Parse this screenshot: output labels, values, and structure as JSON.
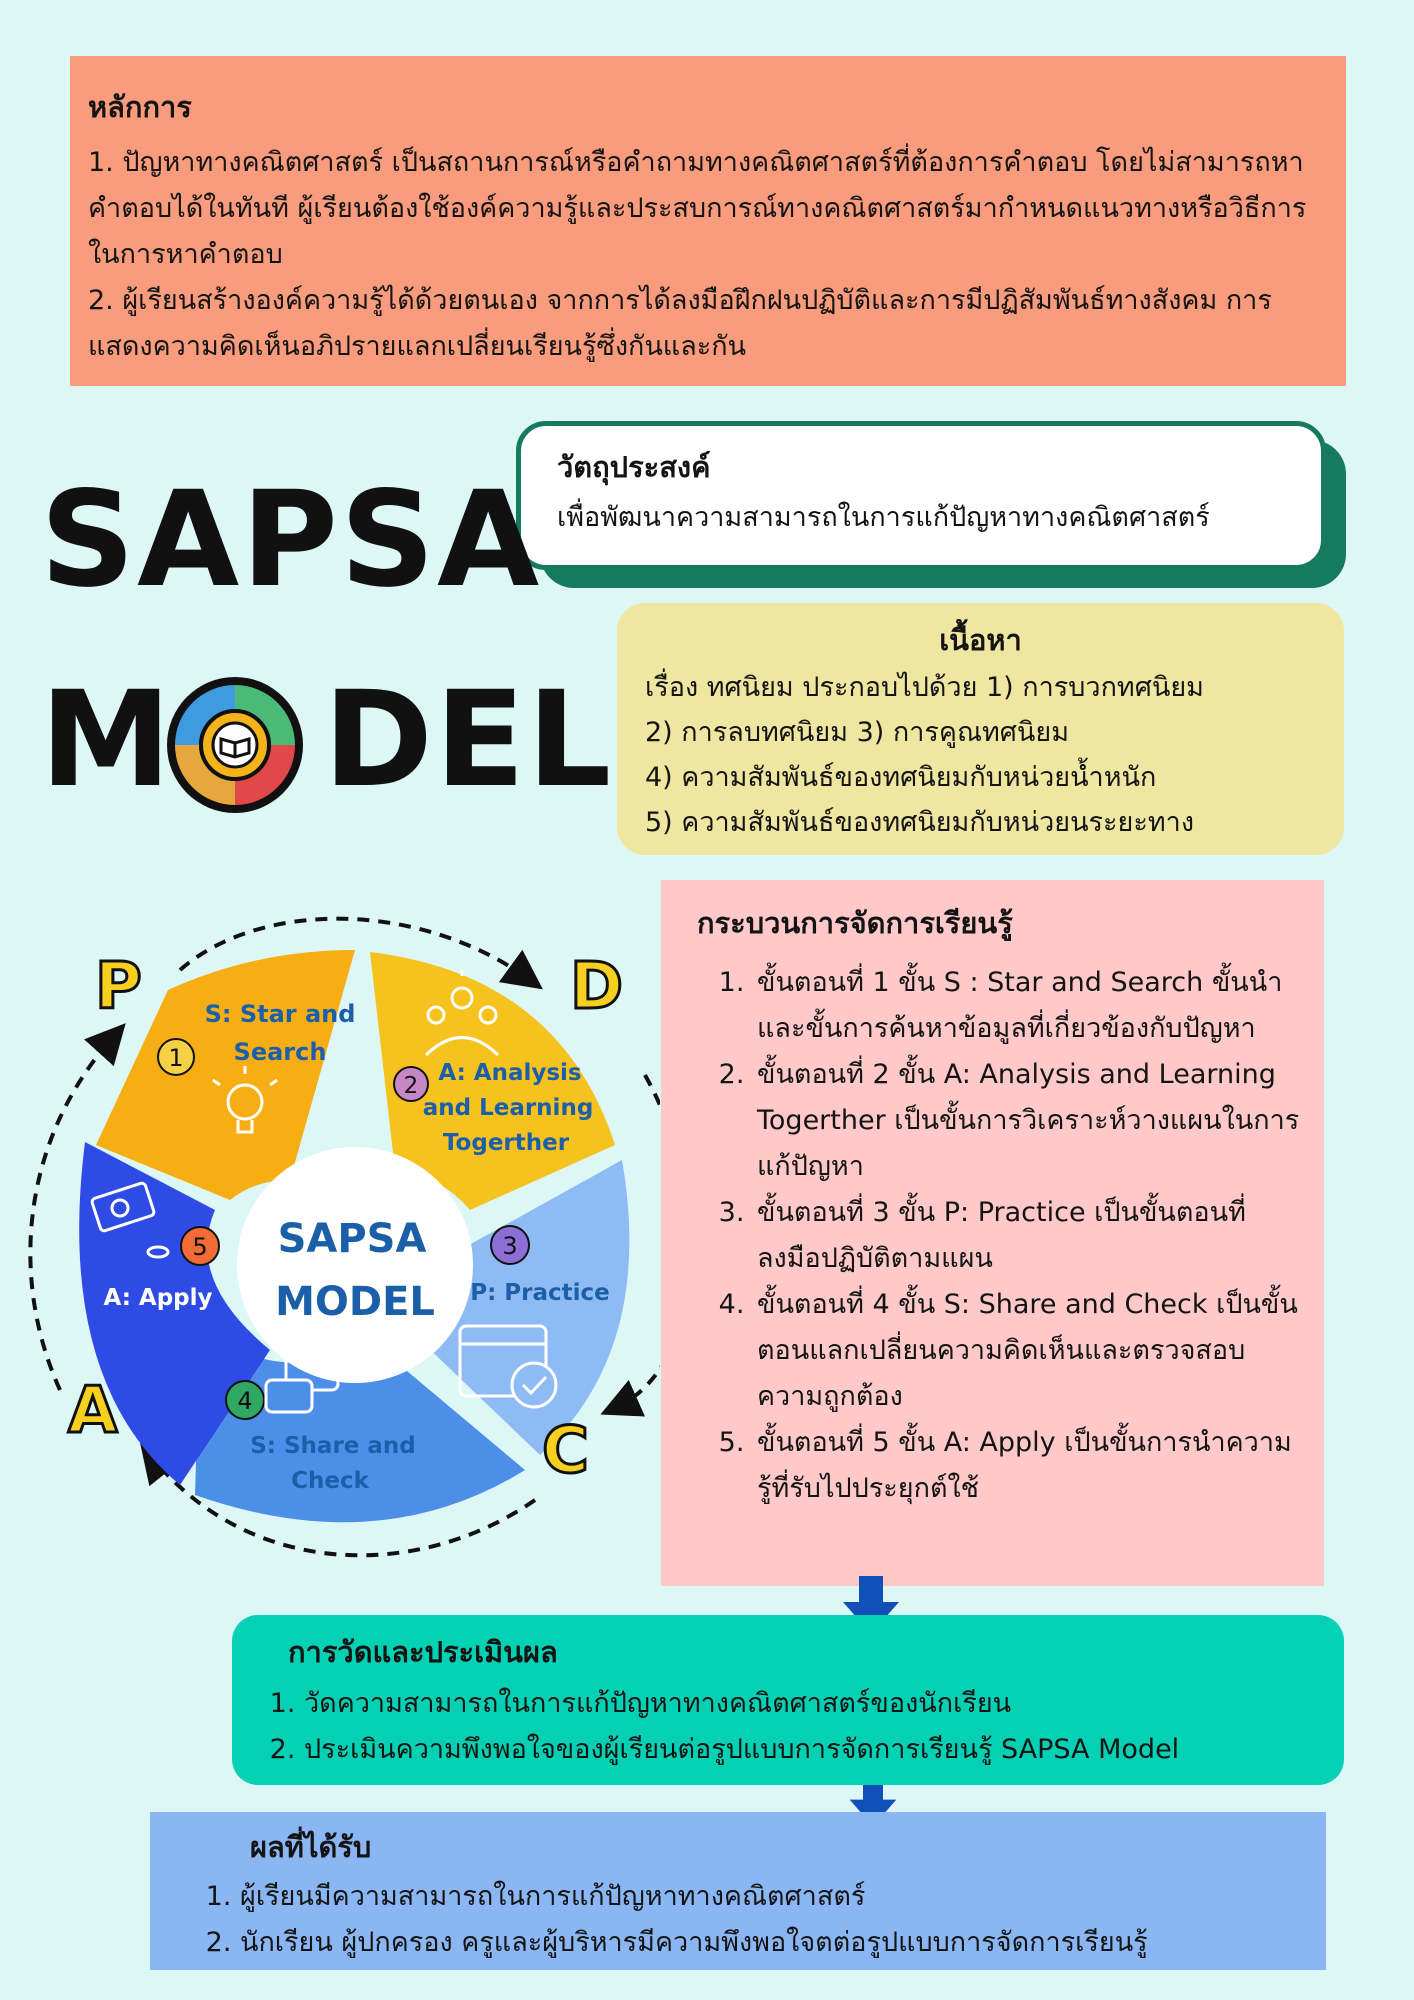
{
  "principles": {
    "title": "หลักการ",
    "items": [
      "1. ปัญหาทางคณิตศาสตร์ เป็นสถานการณ์หรือคำถามทางคณิตศาสตร์ที่ต้องการคำตอบ โดยไม่สามารถหาคำตอบได้ในทันที ผู้เรียนต้องใช้องค์ความรู้และประสบการณ์ทางคณิตศาสตร์มากำหนดแนวทางหรือวิธีการในการหาคำตอบ",
      "2. ผู้เรียนสร้างองค์ความรู้ได้ด้วยตนเอง จากการได้ลงมือฝึกฝนปฏิบัติและการมีปฏิสัมพันธ์ทางสังคม การแสดงความคิดเห็นอภิปรายแลกเปลี่ยนเรียนรู้ซึ่งกันและกัน"
    ]
  },
  "objective": {
    "title": "วัตถุประสงค์",
    "text": "เพื่อพัฒนาความสามารถในการแก้ปัญหาทางคณิตศาสตร์"
  },
  "title": {
    "line1": "SAPSA",
    "line2_pre": "M",
    "line2_post": "DEL"
  },
  "content": {
    "title": "เนื้อหา",
    "lines": [
      "เรื่อง ทศนิยม ประกอบไปด้วย 1) การบวกทศนิยม",
      "2) การลบทศนิยม 3) การคูณทศนิยม",
      "4) ความสัมพันธ์ของทศนิยมกับหน่วยน้ำหนัก",
      "5) ความสัมพันธ์ของทศนิยมกับหน่วยนระยะทาง"
    ]
  },
  "cycle": {
    "center_line1": "SAPSA",
    "center_line2": "MODEL",
    "pdca": [
      "P",
      "D",
      "C",
      "A"
    ],
    "steps": [
      {
        "num": "1",
        "line1": "S: Star and",
        "line2": "Search",
        "color": "#f6ae14"
      },
      {
        "num": "2",
        "line1": "A: Analysis",
        "line2": "and Learning",
        "line3": "Togerther",
        "color": "#f6c21e"
      },
      {
        "num": "3",
        "line1": "P: Practice",
        "color": "#8fbbf5"
      },
      {
        "num": "4",
        "line1": "S: Share and",
        "line2": "Check",
        "color": "#4d8fe8"
      },
      {
        "num": "5",
        "line1": "A: Apply",
        "color": "#2f4be6"
      }
    ]
  },
  "process": {
    "title": "กระบวนการจัดการเรียนรู้",
    "steps": [
      "ขั้นตอนที่ 1 ขั้น S : Star and Search ขั้นนำและขั้นการค้นหาข้อมูลที่เกี่ยวข้องกับปัญหา",
      "ขั้นตอนที่ 2 ขั้น A: Analysis and Learning Togerther เป็นขั้นการวิเคราะห์วางแผนในการแก้ปัญหา",
      "ขั้นตอนที่ 3 ขั้น P: Practice เป็นขั้นตอนที่ลงมือปฏิบัติตามแผน",
      "ขั้นตอนที่ 4 ขั้น S: Share and Check เป็นขั้นตอนแลกเปลี่ยนความคิดเห็นและตรวจสอบความถูกต้อง",
      "ขั้นตอนที่ 5 ขั้น A: Apply เป็นขั้นการนำความรู้ที่รับไปประยุกต์ใช้"
    ]
  },
  "evaluation": {
    "title": "การวัดและประเมินผล",
    "items": [
      "วัดความสามารถในการแก้ปัญหาทางคณิตศาสตร์ของนักเรียน",
      "ประเมินความพึงพอใจของผู้เรียนต่อรูปแบบการจัดการเรียนรู้ SAPSA Model"
    ]
  },
  "results": {
    "title": "ผลที่ได้รับ",
    "items": [
      "ผู้เรียนมีความสามารถในการแก้ปัญหาทางคณิตศาสตร์",
      "นักเรียน ผู้ปกครอง ครูและผู้บริหารมีความพึงพอใจตต่อรูปแบบการจัดการเรียนรู้"
    ]
  },
  "colors": {
    "background": "#dcf7f5",
    "principles": "#f99b7d",
    "objective_border": "#167a5f",
    "content": "#efe6a1",
    "process": "#ffc9c9",
    "evaluation": "#04d1b3",
    "results": "#8ab7f3",
    "arrow": "#1250b9",
    "model_text": "#1b5fa8",
    "pdca_letter": "#f7cf1f"
  }
}
